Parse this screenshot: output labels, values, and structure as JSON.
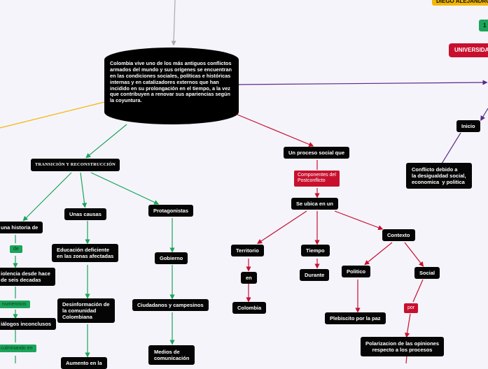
{
  "corner": {
    "top_name": "DIEGO ALEJANDRO",
    "green_label": "1",
    "university": "UNIVERSIDAD"
  },
  "center": {
    "text": "Colombia vive uno de los más antiguos conflictos armados del mundo y sus orígenes se encuentran en las condiciones sociales, políticas e históricas internas y en catalizadores externos que han incidido en su prolongación en el tiempo, a la vez que contribuyen a renovar sus apariencias según la coyuntura."
  },
  "left_branch": {
    "transicion": "TRANSICIÓN Y RECONSTRUCCIÓN",
    "historia": "una historia de",
    "de_label": "de",
    "violencia": "iolencia desde hace\nde seis decadas",
    "numerosos": "numerosos",
    "dialogos": "iálogos inconclusos",
    "culminando": "culminando en",
    "causas": "Unas causas",
    "educacion": "Educación deficiente\nen las zonas afectadas",
    "desinformacion": "Desinformación de\nla comunidad\nColombiana",
    "aumento": "Aumento en la",
    "protagonistas": "Protagonistas",
    "gobierno": "Gobierno",
    "ciudadanos": "Ciudadanos y campesinos",
    "medios": "Medios de\ncomunicación"
  },
  "right_branch": {
    "proceso": "Un proceso social que",
    "componentes": "Componentes del\nPostconflicto",
    "ubica": "Se ubica en un",
    "territorio": "Territorio",
    "en_label": "en",
    "colombia": "Colombia",
    "tiempo": "Tiempo",
    "durante": "Durante",
    "contexto": "Contexto",
    "politico": "Politico",
    "plebiscito": "Plebiscito por la paz",
    "social": "Social",
    "por_label": "por",
    "polarizacion": "Polarizacion de las opiniones\nrespecto a los procesos",
    "inicio": "Inicio",
    "conflicto": "Conflicto debido a\nla desigualdad social,\neconomica  y politica"
  },
  "colors": {
    "green_link": "#1aa55a",
    "red_link": "#c8102e",
    "purple_link": "#5b2a86",
    "orange_link": "#f2b705",
    "gray_link": "#a9a9a9"
  }
}
